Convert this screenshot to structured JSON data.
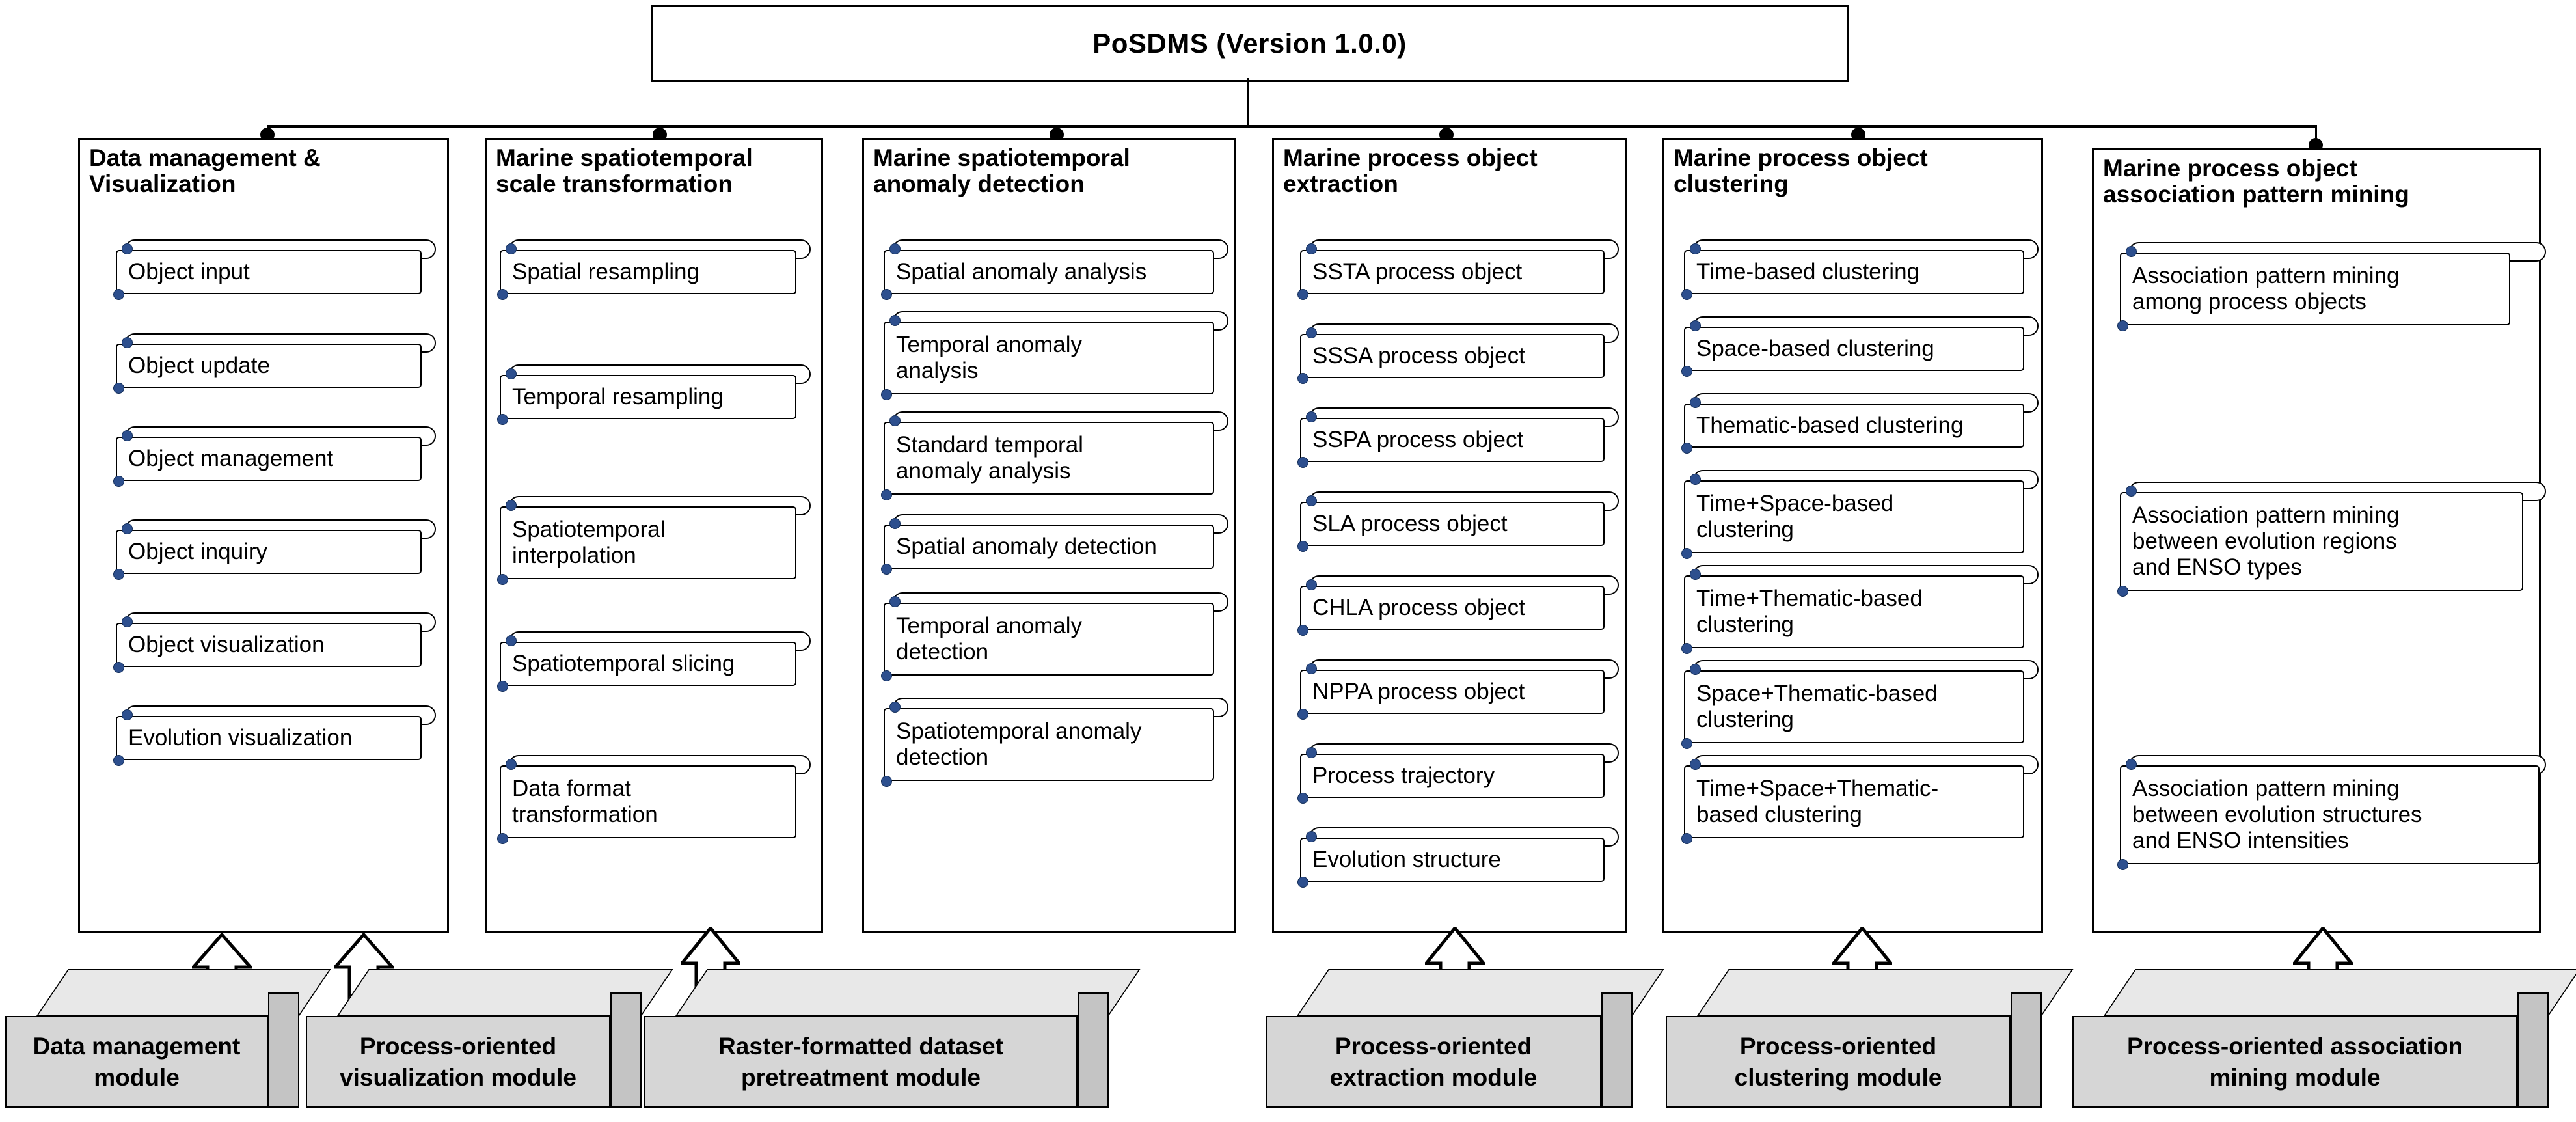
{
  "root": {
    "title": "PoSDMS (Version 1.0.0)"
  },
  "colors": {
    "card_dot": "#2d4f8e",
    "block_face": "#d6d6d6",
    "block_top": "#e8e8e8",
    "block_side": "#c4c4c4",
    "line": "#000000"
  },
  "columns": [
    {
      "title": "Data management  &\nVisualization",
      "items": [
        "Object input",
        "Object update",
        "Object management",
        "Object inquiry",
        "Object visualization",
        "Evolution visualization"
      ]
    },
    {
      "title": "Marine spatiotemporal\nscale transformation",
      "items": [
        "Spatial resampling",
        "Temporal resampling",
        "Spatiotemporal\ninterpolation",
        "Spatiotemporal slicing",
        "Data format\ntransformation"
      ]
    },
    {
      "title": "Marine spatiotemporal\nanomaly detection",
      "items": [
        "Spatial anomaly analysis",
        "Temporal anomaly\nanalysis",
        "Standard temporal\nanomaly analysis",
        "Spatial anomaly detection",
        "Temporal anomaly\ndetection",
        "Spatiotemporal anomaly\ndetection"
      ]
    },
    {
      "title": "Marine process object\nextraction",
      "items": [
        "SSTA process object",
        "SSSA process object",
        "SSPA process object",
        "SLA process object",
        "CHLA process object",
        "NPPA process object",
        "Process trajectory",
        "Evolution structure"
      ]
    },
    {
      "title": "Marine process object\nclustering",
      "items": [
        "Time-based clustering",
        "Space-based clustering",
        "Thematic-based clustering",
        "Time+Space-based\nclustering",
        "Time+Thematic-based\nclustering",
        "Space+Thematic-based\nclustering",
        "Time+Space+Thematic-\nbased clustering"
      ]
    },
    {
      "title": "Marine process object\nassociation pattern mining",
      "items": [
        "Association pattern mining\namong process objects",
        "Association pattern mining\nbetween evolution regions\nand ENSO types",
        "Association pattern mining\nbetween evolution structures\nand ENSO intensities"
      ]
    }
  ],
  "modules": [
    {
      "label": "Data management\nmodule"
    },
    {
      "label": "Process-oriented\nvisualization module"
    },
    {
      "label": "Raster-formatted dataset\npretreatment module"
    },
    {
      "label": "Process-oriented\nextraction module"
    },
    {
      "label": "Process-oriented\nclustering module"
    },
    {
      "label": "Process-oriented association\nmining module"
    }
  ]
}
